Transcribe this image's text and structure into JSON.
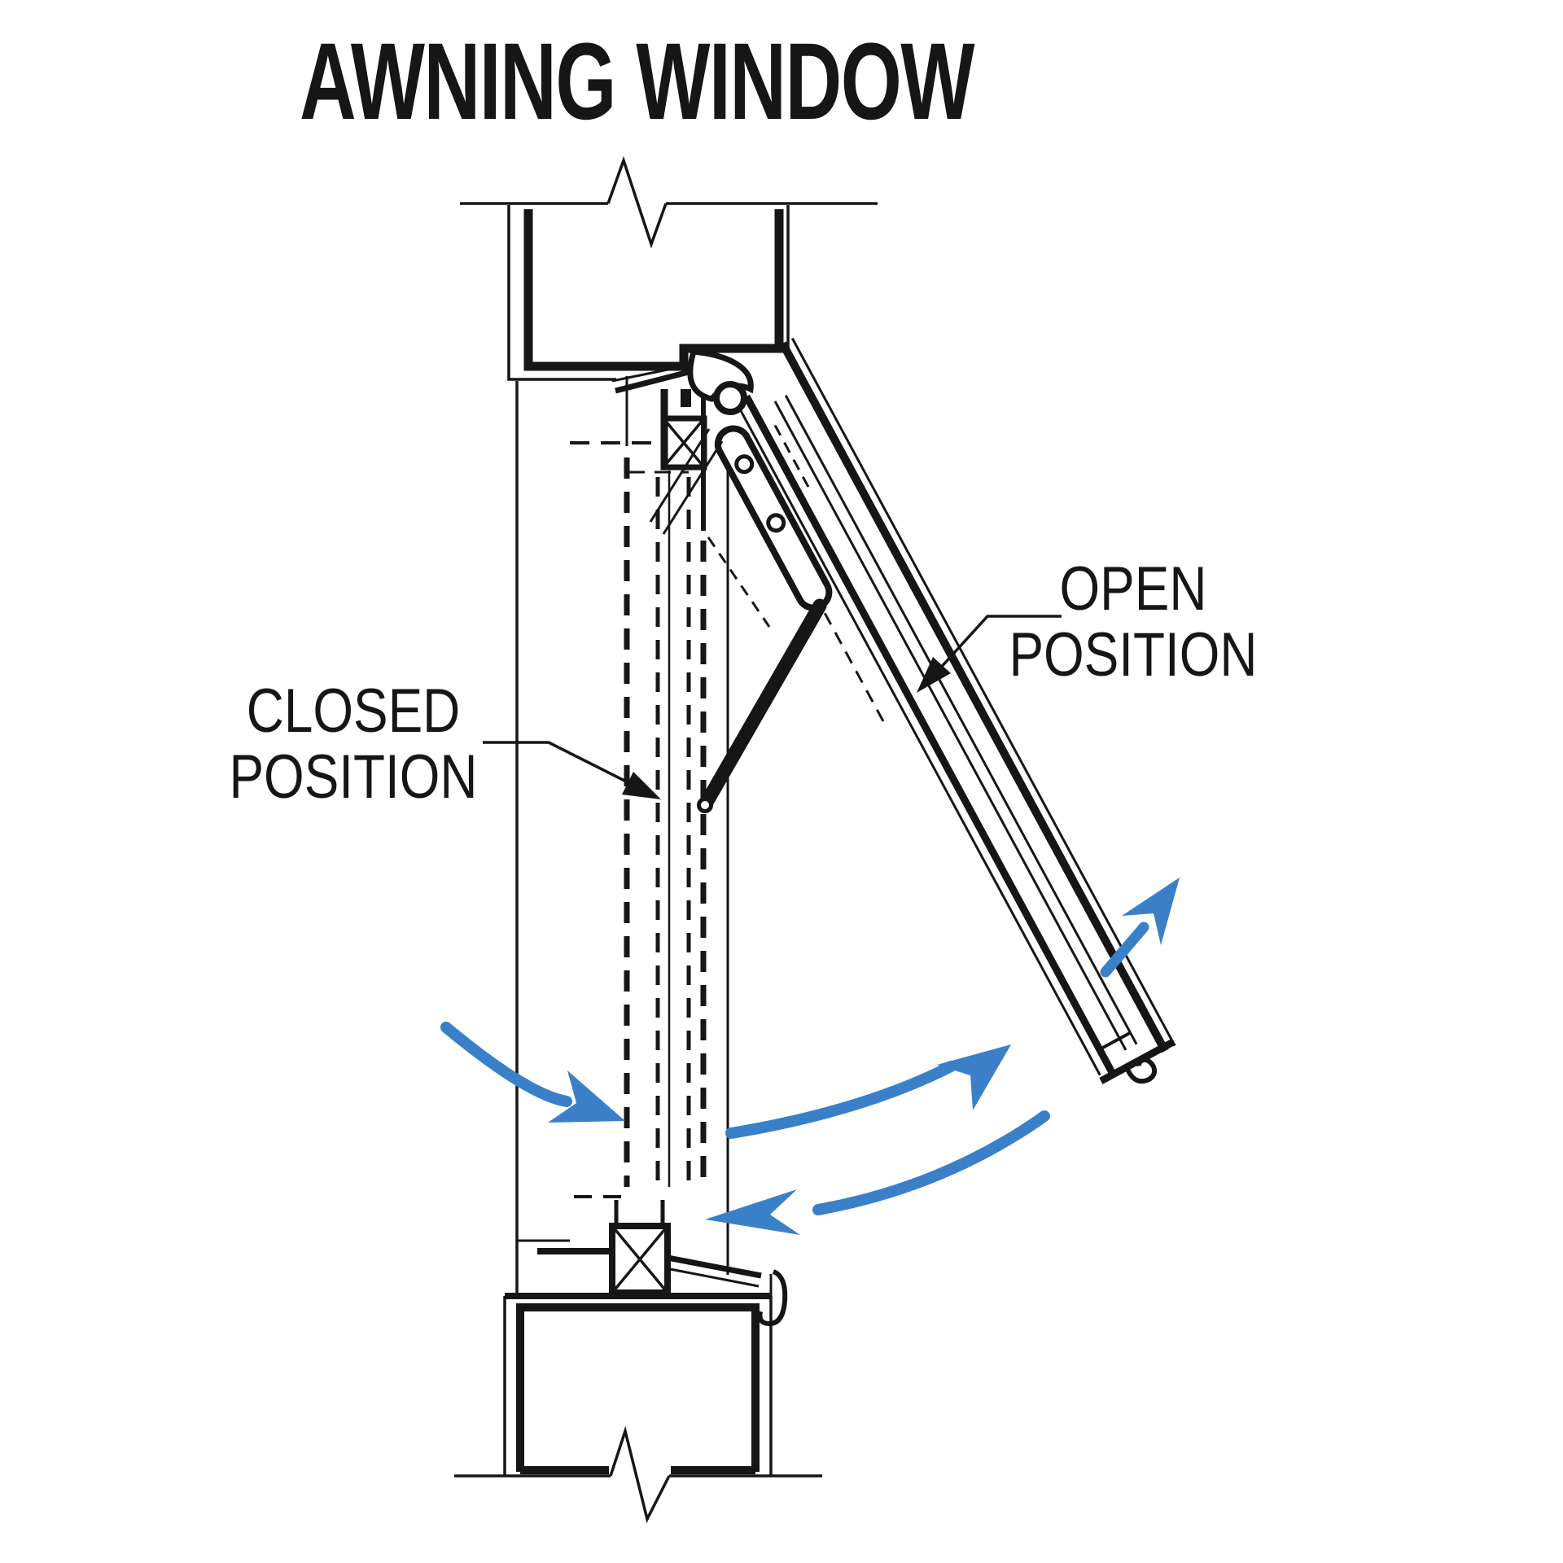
{
  "title": "AWNING WINDOW",
  "labels": {
    "closed_position": {
      "line1": "CLOSED",
      "line2": "POSITION"
    },
    "open_position": {
      "line1": "OPEN",
      "line2": "POSITION"
    }
  },
  "colors": {
    "ink": "#161616",
    "arrow_blue": "#3a80c8",
    "background": "#ffffff"
  },
  "icons": {
    "airflow_in_arrow": "curved-blue-arrow-down-right",
    "swing_open_arrow": "curved-blue-arrow-up-right",
    "airflow_out_arrow": "curved-blue-arrow-left",
    "vent_direction_arrow": "straight-blue-arrow-up-right",
    "closed_leader_arrow": "black-leader-arrow-down-right",
    "open_leader_arrow": "black-leader-arrow-down-left"
  }
}
